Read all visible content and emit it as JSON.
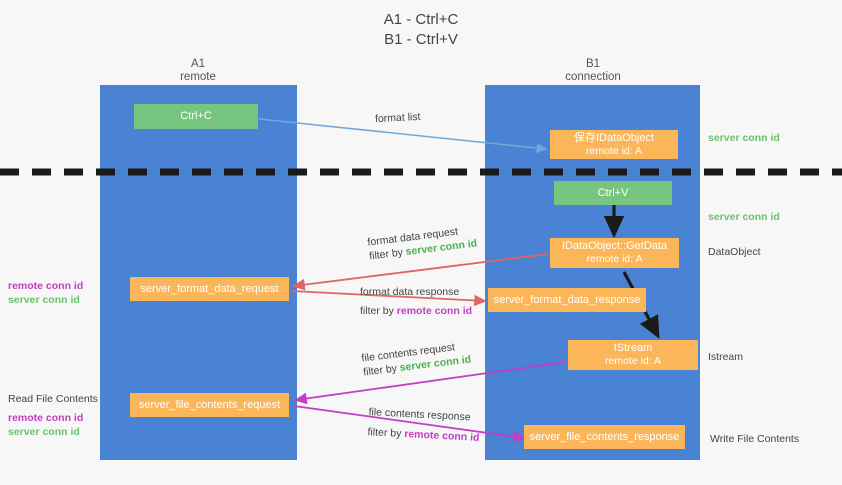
{
  "title": {
    "line1": "A1 - Ctrl+C",
    "line2": "B1 - Ctrl+V"
  },
  "colors": {
    "lane": "#4a83d3",
    "box_green": "#78c57f",
    "box_orange": "#fbb65a",
    "server_conn": "#4caf50",
    "remote_conn": "#c23ec2",
    "blue_arrow": "#6fa8dc",
    "red_arrow": "#e06666",
    "magenta_arrow": "#c23ec2",
    "dark_arrow": "#1a1a1a",
    "background": "#f7f7f7"
  },
  "lanes": [
    {
      "name": "A1",
      "sub": "remote"
    },
    {
      "name": "B1",
      "sub": "connection"
    }
  ],
  "boxes": {
    "ctrl_c": {
      "label": "Ctrl+C"
    },
    "ctrl_v": {
      "label": "Ctrl+V"
    },
    "save_idataobject": {
      "label": "保存IDataObject",
      "sub": "remote id: A"
    },
    "getdata": {
      "label": "IDataObject::GetData",
      "sub": "remote id: A"
    },
    "istream": {
      "label": "IStream",
      "sub": "remote id: A"
    },
    "fmt_req": {
      "label": "server_format_data_request"
    },
    "fmt_resp": {
      "label": "server_format_data_response"
    },
    "file_req": {
      "label": "server_file_contents_request"
    },
    "file_resp": {
      "label": "server_file_contents_response"
    }
  },
  "edges": {
    "format_list": "format list",
    "format_data_request": "format data request",
    "format_data_response": "format data response",
    "file_contents_request": "file contents request",
    "file_contents_response": "file contents response",
    "filter_by": "filter by ",
    "server_conn_id": "server conn id",
    "remote_conn_id": "remote conn id"
  },
  "side_labels": {
    "server_conn_id": "server conn id",
    "remote_conn_id": "remote conn id",
    "dataobject": "DataObject",
    "istream": "Istream",
    "read_file_contents": "Read File Contents",
    "write_file_contents": "Write File Contents"
  }
}
